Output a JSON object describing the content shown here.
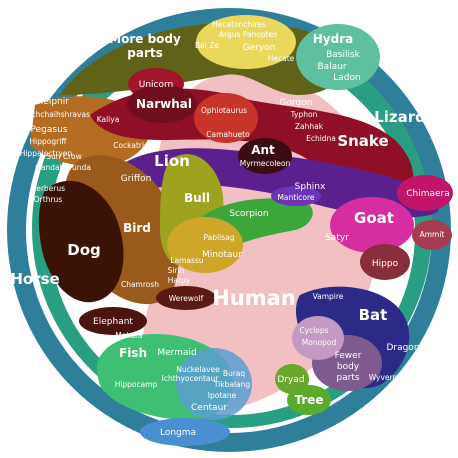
{
  "colors": {
    "outer_ring": "#2f7f9a",
    "inner_ring": "#2a9e82",
    "human": "#f2c0c2",
    "more_body_parts": "#61621a",
    "snake": "#8f0f26",
    "lion": "#5b1f8e",
    "bird": "#b46c22",
    "bull": "#9da31e",
    "scorpion": "#3da63a",
    "fish": "#3fbf73",
    "bat": "#2c2a86",
    "goat": "#d62ea1",
    "hydra_bubble": "#5fc0a0",
    "greek_bubble": "#e9d85c"
  },
  "diagram": {
    "categories": {
      "more_body_parts": "More body\nparts",
      "lizard": "Lizard",
      "horse": "Horse",
      "human": "Human",
      "snake": "Snake",
      "lion": "Lion",
      "bull": "Bull",
      "bird": "Bird",
      "dog": "Dog",
      "goat": "Goat",
      "bat": "Bat",
      "fish": "Fish",
      "tree": "Tree",
      "ant": "Ant",
      "sphinx": "Sphinx",
      "scorpion": "Scorpion",
      "griffon": "Griffon",
      "narwhal": "Narwhal",
      "unicorn": "Unicorn",
      "hippo": "Hippo",
      "dragon": "Dragon",
      "longma": "Longma",
      "elephant": "Elephant",
      "minotaur": "Minotaur",
      "mermaid": "Mermaid",
      "satyr": "Satyr",
      "fewer_body_parts": "Fewer\nbody\nparts",
      "dryad": "Dryad",
      "chimaera": "Chimaera",
      "ammit": "Ammit",
      "vampire": "Vampire",
      "wyvern": "Wyvern",
      "werewolf": "Werewolf",
      "chamrosh": "Chamrosh",
      "centaur": "Centaur",
      "hydra": "Hydra"
    },
    "creatures": {
      "hecatonchires": "Hecatonchires",
      "argus_panoptes": "Argus Panoptes",
      "bai_ze": "Bai Ze",
      "geryon": "Geryon",
      "hecate": "Hecate",
      "basilisk": "Basilisk",
      "balaur": "Balaur",
      "ladon": "Ladon",
      "sleipnir": "Sleipnir",
      "uchchaihshravas": "Uchchaihshravas",
      "pegasus": "Pegasus",
      "hippogriff": "Hippogriff",
      "hippalectryon": "Hippalectryon",
      "kaliya": "Kaliya",
      "ophiotaurus": "Ophiotaurus",
      "camahueto": "Camahueto",
      "gorgon": "Gorgon",
      "typhon": "Typhon",
      "zahhak": "Zahhak",
      "echidna": "Echidna",
      "cockatrice": "Cockatrice",
      "sun_crow": "Sun Crow",
      "gandaberunda": "Gandaberunda",
      "myrmecoleon": "Myrmecoleon",
      "cerberus": "Cerberus",
      "orthrus": "Orthrus",
      "manticore": "Manticore",
      "pabilsag": "Pabilsag",
      "lamassu": "Lamassu",
      "sirin": "Sirin",
      "harpy": "Harpy",
      "makara": "Makara",
      "nuckelavee": "Nuckelavee",
      "ichthyocentaur": "Ichthyocentaur",
      "hippocamp": "Hippocamp",
      "buraq": "Buraq",
      "tikbalang": "Tikbalang",
      "ipotane": "Ipotane",
      "cyclops": "Cyclops",
      "monopod": "Monopod"
    }
  }
}
